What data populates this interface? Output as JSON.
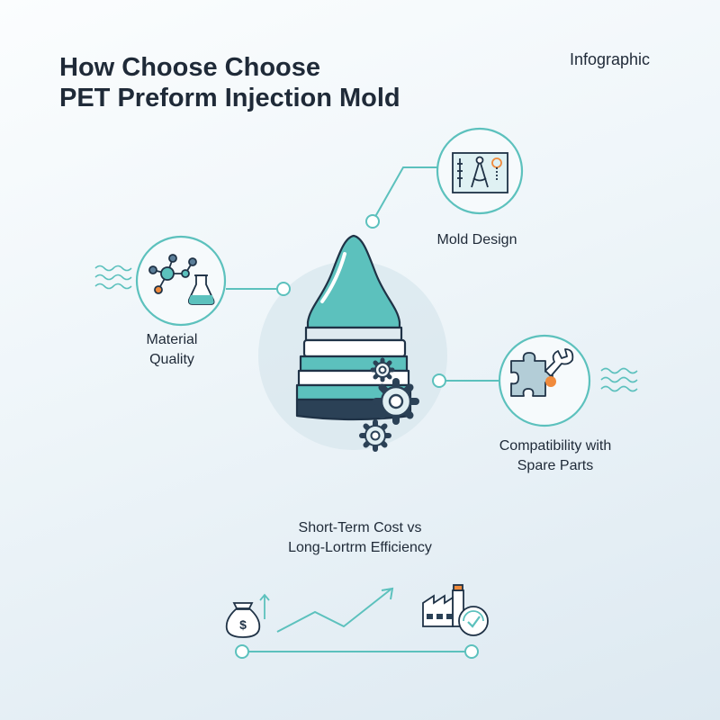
{
  "title": {
    "line1": "How Choose Choose",
    "line2": "PET Preform Injection Mold"
  },
  "tag": "Infographic",
  "nodes": {
    "mold_design": {
      "label": "Mold Design",
      "icon": "drafting-blueprint-icon"
    },
    "material_quality": {
      "line1": "Material",
      "line2": "Quality",
      "icon": "molecule-flask-icon"
    },
    "compatibility": {
      "line1": "Compatibility with",
      "line2": "Spare Parts",
      "icon": "puzzle-wrench-icon"
    }
  },
  "cost": {
    "line1": "Short-Term Cost vs",
    "line2": "Long-Lortrm Efficiency",
    "money_symbol": "$",
    "icons": [
      "money-bag-icon",
      "trend-arrow-icon",
      "factory-gauge-icon"
    ]
  },
  "colors": {
    "teal": "#5cc1bd",
    "teal_dark": "#2e9b98",
    "navy": "#2b4156",
    "slate": "#5a7d98",
    "band": "#e6eef2",
    "accent": "#f08a3c"
  }
}
